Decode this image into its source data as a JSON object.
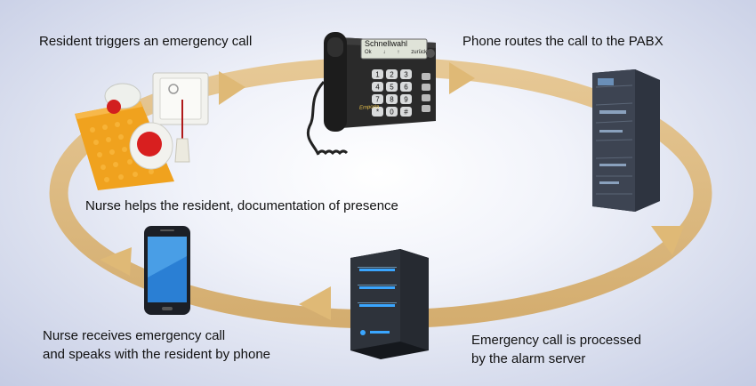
{
  "colors": {
    "ring": "#d8b478",
    "ring_light": "#e7c995",
    "arrow": "#dfb976",
    "background_center": "#ffffff",
    "background_edge": "#c5cce4"
  },
  "steps": [
    {
      "icon": "call-button-icon",
      "text": "Resident triggers an emergency call"
    },
    {
      "icon": "desk-phone-icon",
      "text": "Phone routes the call to the PABX"
    },
    {
      "icon": "pabx-rack-icon",
      "text": ""
    },
    {
      "icon": "alarm-server-icon",
      "lines": [
        "Emergency call is processed",
        "by the alarm server"
      ]
    },
    {
      "icon": "smartphone-icon",
      "lines": [
        "Nurse receives emergency call",
        "and speaks with the resident by phone"
      ]
    },
    {
      "text": "Nurse helps the resident, documentation of presence"
    }
  ],
  "phone_display": {
    "title": "Schnellwahl",
    "soft_ok": "Ok",
    "soft_down": "↓",
    "soft_up": "↑",
    "soft_back": "zurück",
    "brand": "Emporia",
    "keys": [
      "1",
      "2",
      "3",
      "4",
      "5",
      "6",
      "7",
      "8",
      "9",
      "*",
      "0",
      "#"
    ]
  }
}
